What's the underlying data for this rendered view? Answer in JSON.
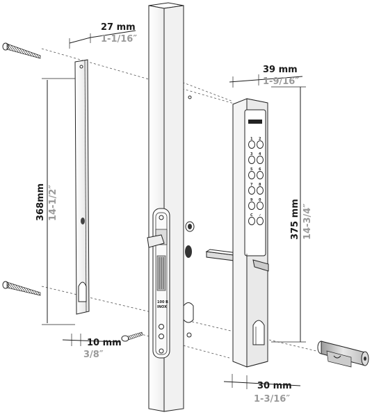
{
  "dimensions": {
    "top_width": {
      "mm": "27 mm",
      "in": "1-1/16″"
    },
    "plate_height": {
      "mm": "368mm",
      "in": "14-1/2″"
    },
    "bottom_offset": {
      "mm": "10 mm",
      "in": "3/8″"
    },
    "keypad_width": {
      "mm": "39 mm",
      "in": "1-9/16″"
    },
    "keypad_height": {
      "mm": "375 mm",
      "in": "14-3/4″"
    },
    "keypad_depth": {
      "mm": "30 mm",
      "in": "1-3/16″"
    }
  },
  "lock_label": [
    "100 R",
    "INOX"
  ],
  "keypad_keys": [
    [
      "1",
      "2"
    ],
    [
      "3",
      "4"
    ],
    [
      "5",
      "6"
    ],
    [
      "7",
      "8"
    ],
    [
      "9",
      "0"
    ],
    [
      "C",
      "✓"
    ]
  ],
  "colors": {
    "outline": "#1a1a1a",
    "inch_text": "#9a9a9a",
    "steel": "#f4f4f4",
    "dark": "#2a2a2a"
  }
}
